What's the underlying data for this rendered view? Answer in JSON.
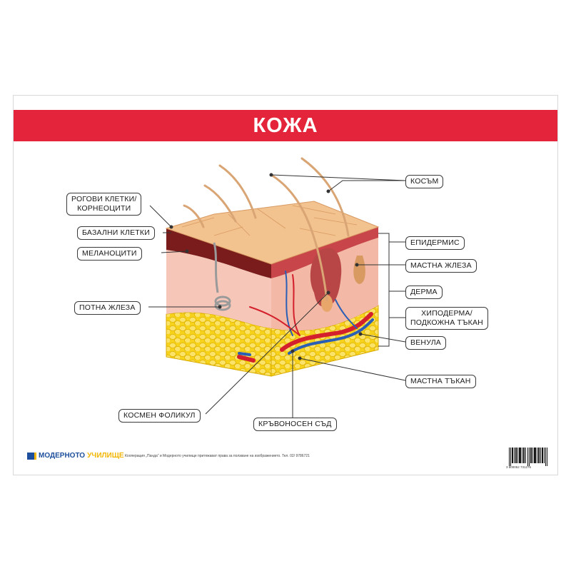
{
  "title": "КОЖА",
  "labels": {
    "keratinocytes": "РОГОВИ КЛЕТКИ/\nКОРНЕОЦИТИ",
    "basal_cells": "БАЗАЛНИ КЛЕТКИ",
    "melanocytes": "МЕЛАНОЦИТИ",
    "sweat_gland": "ПОТНА ЖЛЕЗА",
    "hair_follicle": "КОСМЕН ФОЛИКУЛ",
    "blood_vessel": "КРЪВОНОСЕН СЪД",
    "hair": "КОСЪМ",
    "epidermis": "ЕПИДЕРМИС",
    "sebaceous_gland": "МАСТНА ЖЛЕЗА",
    "dermis": "ДЕРМА",
    "hypodermis": "ХИПОДЕРМА/\nПОДКОЖНА ТЪКАН",
    "venule": "ВЕНУЛА",
    "fat_tissue": "МАСТНА ТЪКАН"
  },
  "footer": {
    "brand_part1": "МОДЕРНОТО",
    "brand_part2": "УЧИЛИЩЕ",
    "note": "Кооперация „Панда” и Модерното училище притежават права за ползване на изображението. Тел. 02/ 9786721",
    "barcode_number": "3 800052 731276"
  },
  "colors": {
    "banner": "#e4243b",
    "epidermis_top": "#f2c28f",
    "epidermis_edge": "#7b1c1c",
    "dermis": "#f6c7b8",
    "fat": "#f6d21a",
    "artery": "#d4202c",
    "vein": "#2b5fb6",
    "hair": "#d9a574",
    "brand_blue": "#1d4f9c",
    "brand_yellow": "#f2b500"
  }
}
